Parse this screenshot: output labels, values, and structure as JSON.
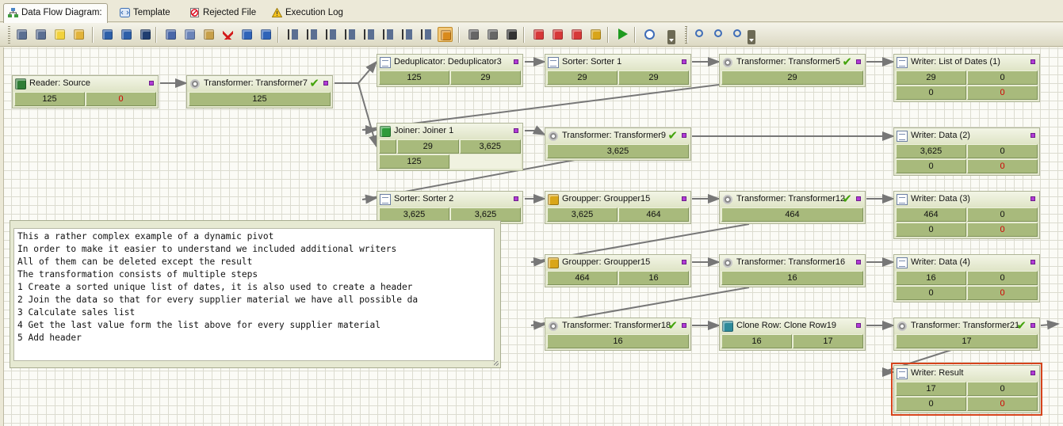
{
  "tabs": [
    {
      "label": "Data Flow Diagram:",
      "icon": "diagram-icon",
      "active": true
    },
    {
      "label": "Template",
      "icon": "template-icon",
      "active": false
    },
    {
      "label": "Rejected File",
      "icon": "rejected-icon",
      "active": false
    },
    {
      "label": "Execution Log",
      "icon": "log-icon",
      "active": false
    }
  ],
  "toolbar_icons": [
    "properties-icon",
    "edit-icon",
    "new-icon",
    "open-icon",
    "save-icon",
    "save-as-icon",
    "save-all-icon",
    "cut-icon",
    "copy-icon",
    "paste-icon",
    "delete-icon",
    "undo-icon",
    "redo-icon",
    "align-left-icon",
    "align-center-icon",
    "align-right-icon",
    "align-top-icon",
    "align-middle-icon",
    "align-bottom-icon",
    "same-size-icon",
    "fit-icon",
    "select-icon",
    "print-icon",
    "print-preview-icon",
    "find-icon",
    "calendar-icon",
    "calendar-add-icon",
    "calendar-check-icon",
    "lock-icon",
    "run-icon",
    "schedule-icon",
    "zoom-in-icon",
    "zoom-out-icon",
    "zoom-fit-icon"
  ],
  "nodes": [
    {
      "id": "reader-source",
      "title": "Reader: Source",
      "icon": "reader-icon",
      "check": false,
      "rows": [
        [
          "125",
          "0*"
        ]
      ]
    },
    {
      "id": "transformer7",
      "title": "Transformer: Transformer7",
      "icon": "gear-icon",
      "check": true,
      "rows": [
        [
          "125"
        ]
      ]
    },
    {
      "id": "deduplicator3",
      "title": "Deduplicator: Deduplicator3",
      "icon": "deduplicator-icon",
      "check": false,
      "rows": [
        [
          "125",
          "29"
        ]
      ]
    },
    {
      "id": "sorter1",
      "title": "Sorter: Sorter 1",
      "icon": "sorter-icon",
      "check": false,
      "rows": [
        [
          "29",
          "29"
        ]
      ]
    },
    {
      "id": "transformer5",
      "title": "Transformer: Transformer5",
      "icon": "gear-icon",
      "check": true,
      "rows": [
        [
          "29"
        ]
      ]
    },
    {
      "id": "writer-list-of-dates",
      "title": "Writer: List of Dates (1)",
      "icon": "writer-icon",
      "check": false,
      "rows": [
        [
          "29",
          "0"
        ],
        [
          "0",
          "0*"
        ]
      ]
    },
    {
      "id": "joiner1",
      "title": "Joiner: Joiner 1",
      "icon": "joiner-icon",
      "check": false,
      "rows": [
        [
          "",
          "29",
          "3,625"
        ],
        [
          "125",
          ""
        ]
      ]
    },
    {
      "id": "transformer9",
      "title": "Transformer: Transformer9",
      "icon": "gear-icon",
      "check": true,
      "rows": [
        [
          "3,625"
        ]
      ]
    },
    {
      "id": "writer-data-2",
      "title": "Writer: Data (2)",
      "icon": "writer-icon",
      "check": false,
      "rows": [
        [
          "3,625",
          "0"
        ],
        [
          "0",
          "0*"
        ]
      ]
    },
    {
      "id": "sorter2",
      "title": "Sorter: Sorter 2",
      "icon": "sorter-icon",
      "check": false,
      "rows": [
        [
          "3,625",
          "3,625"
        ]
      ]
    },
    {
      "id": "groupper15a",
      "title": "Groupper: Groupper15",
      "icon": "groupper-icon",
      "check": false,
      "rows": [
        [
          "3,625",
          "464"
        ]
      ]
    },
    {
      "id": "transformer12",
      "title": "Transformer: Transformer12",
      "icon": "gear-icon",
      "check": true,
      "rows": [
        [
          "464"
        ]
      ]
    },
    {
      "id": "writer-data-3",
      "title": "Writer: Data (3)",
      "icon": "writer-icon",
      "check": false,
      "rows": [
        [
          "464",
          "0"
        ],
        [
          "0",
          "0*"
        ]
      ]
    },
    {
      "id": "groupper15b",
      "title": "Groupper: Groupper15",
      "icon": "groupper-icon",
      "check": false,
      "rows": [
        [
          "464",
          "16"
        ]
      ]
    },
    {
      "id": "transformer16",
      "title": "Transformer: Transformer16",
      "icon": "gear-icon",
      "check": false,
      "rows": [
        [
          "16"
        ]
      ]
    },
    {
      "id": "writer-data-4",
      "title": "Writer: Data (4)",
      "icon": "writer-icon",
      "check": false,
      "rows": [
        [
          "16",
          "0"
        ],
        [
          "0",
          "0*"
        ]
      ]
    },
    {
      "id": "transformer18",
      "title": "Transformer: Transformer18",
      "icon": "gear-icon",
      "check": true,
      "rows": [
        [
          "16"
        ]
      ]
    },
    {
      "id": "clone-row19",
      "title": "Clone Row: Clone Row19",
      "icon": "clone-icon",
      "check": false,
      "rows": [
        [
          "16",
          "17"
        ]
      ]
    },
    {
      "id": "transformer21",
      "title": "Transformer: Transformer21",
      "icon": "gear-icon",
      "check": true,
      "rows": [
        [
          "17"
        ]
      ]
    },
    {
      "id": "writer-result",
      "title": "Writer: Result",
      "icon": "writer-icon",
      "check": false,
      "rows": [
        [
          "17",
          "0"
        ],
        [
          "0",
          "0*"
        ]
      ]
    }
  ],
  "note": {
    "lines": [
      "This a rather complex example of a dynamic pivot",
      "In order to make it easier to understand we included additional writers",
      "All of them can be deleted except the result",
      "The transformation consists of multiple steps",
      "1 Create a sorted unique list of dates, it is also used to create a header",
      "2 Join the data so that for every supplier material we have all possible da",
      "3 Calculate sales list",
      "4 Get the last value form the list above for every supplier material",
      "5 Add header"
    ]
  },
  "colors": {
    "node_header": "#e4e8cf",
    "cell": "#a8ba7c",
    "port": "#b23bd6",
    "error_count": "#d10000",
    "selection": "#d6441c",
    "check": "#43a30c"
  }
}
